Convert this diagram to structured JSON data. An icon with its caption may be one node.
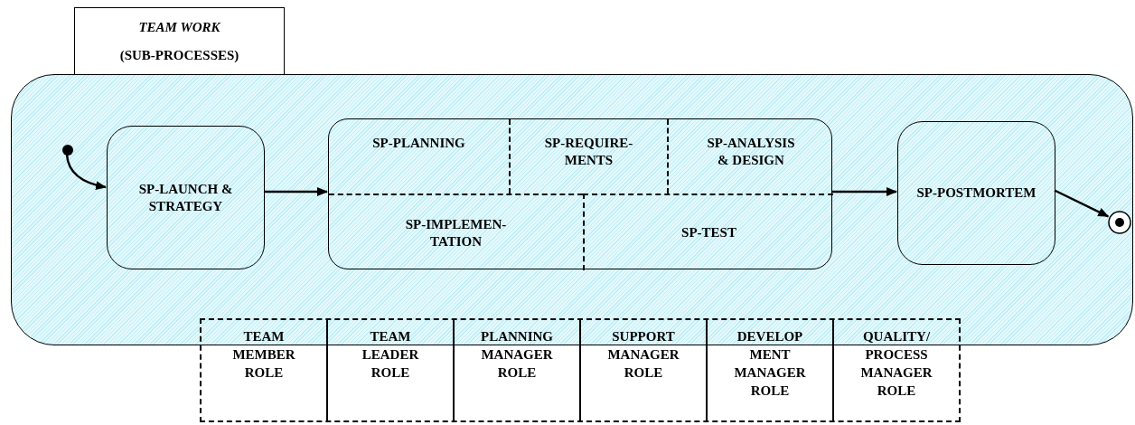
{
  "diagram": {
    "nodes": [
      {
        "text": [
          "TEAM WORK",
          "(SUB-PROCESSES)"
        ]
      },
      {
        "text": [],
        "shape": "box"
      },
      {
        "text": [],
        "shape": "circle",
        "in": 1
      },
      {
        "text": [
          "SP-LAUNCH & STRATEGY"
        ],
        "in": 1
      },
      {
        "text": [],
        "shape": "box",
        "in": 1
      },
      {
        "text": [
          "SP-PLANNING"
        ],
        "in": 4
      },
      {
        "text": [
          "SP-REQUIRE- MENTS"
        ],
        "in": 4
      },
      {
        "text": [
          "SP-ANALYSIS & DESIGN"
        ],
        "in": 4
      },
      {
        "text": [
          "SP-IMPLEMEN- TATION"
        ],
        "in": 4
      },
      {
        "text": [
          "SP-TEST"
        ],
        "in": 4
      },
      {
        "text": [
          "SP-POSTMORTEM"
        ],
        "in": 1
      },
      {
        "text": [],
        "shape": "circle",
        "in": 1
      },
      {
        "text": [
          "TEAM MEMBER ROLE"
        ]
      },
      {
        "text": [
          "TEAM LEADER ROLE"
        ]
      },
      {
        "text": [
          "PLANNING MANAGER ROLE"
        ]
      },
      {
        "text": [
          "SUPPORT MANAGER ROLE"
        ]
      },
      {
        "text": [
          "DEVELOP MENT MANAGER ROLE"
        ]
      },
      {
        "text": [
          "QUALITY/ PROCESS MANAGER ROLE"
        ]
      }
    ],
    "edges": [
      {
        "from": 2,
        "to": 3,
        "arrow": "to"
      },
      {
        "from": 3,
        "to": 4,
        "arrow": "to"
      },
      {
        "from": 4,
        "to": 10,
        "arrow": "to"
      },
      {
        "from": 10,
        "to": 11,
        "arrow": "to"
      }
    ]
  }
}
